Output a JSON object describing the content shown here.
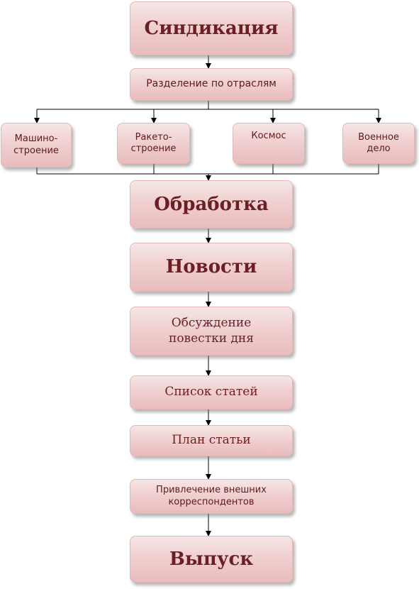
{
  "nodes": {
    "syndication": "Синдикация",
    "industry_split": "Разделение по отраслям",
    "machine_building": "Машино-\nстроение",
    "rocket_building": "Ракето-\nстроение",
    "space": "Космос",
    "military": "Военное\nдело",
    "processing": "Обработка",
    "news": "Новости",
    "agenda_discussion": "Обсуждение\nповестки дня",
    "article_list": "Список статей",
    "article_plan": "План статьи",
    "external_correspondents": "Привлечение внешних\nкорреспондентов",
    "release": "Выпуск"
  },
  "colors": {
    "box_fill_top": "#f6e6e6",
    "box_fill_bottom": "#e9bcbd",
    "box_border": "#e3b6b8",
    "text": "#6b1f24",
    "connector": "#000000"
  }
}
